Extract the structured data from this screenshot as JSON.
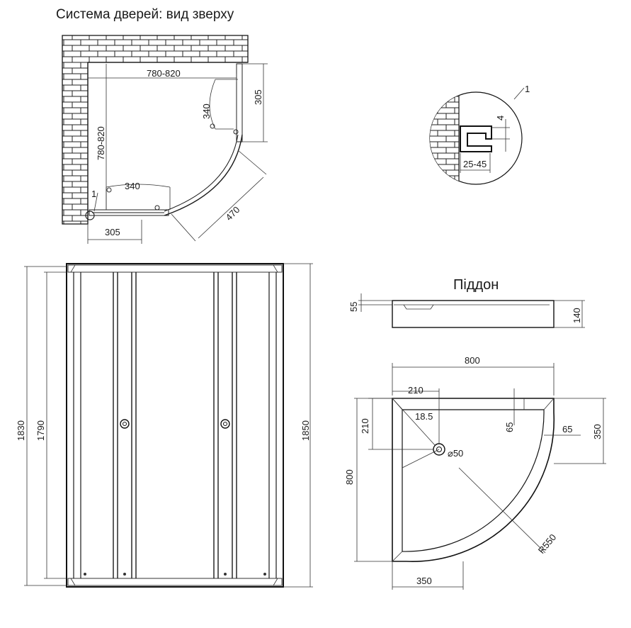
{
  "top_view": {
    "title": "Система дверей: вид зверху",
    "dim_width": "780-820",
    "dim_height": "780-820",
    "dim_fixed_side": "305",
    "dim_fixed_bottom": "305",
    "dim_door_top": "340",
    "dim_door_left": "340",
    "dim_opening": "470",
    "callout": "1"
  },
  "detail": {
    "callout": "1",
    "dim_gap": "4",
    "dim_range": "25-45"
  },
  "front_view": {
    "dim_total_left": "1830",
    "dim_inner": "1790",
    "dim_total_right": "1850"
  },
  "tray": {
    "title": "Піддон",
    "dim_edge": "55",
    "dim_height": "140",
    "dim_width_top": "800",
    "dim_corner_x": "210",
    "dim_corner_y": "210",
    "dim_diag": "18.5",
    "dim_rim_top": "65",
    "dim_rim_right": "65",
    "dim_side_right": "350",
    "dim_side_left": "800",
    "dim_drain": "⌀50",
    "dim_radius": "R550",
    "dim_bottom": "350"
  }
}
